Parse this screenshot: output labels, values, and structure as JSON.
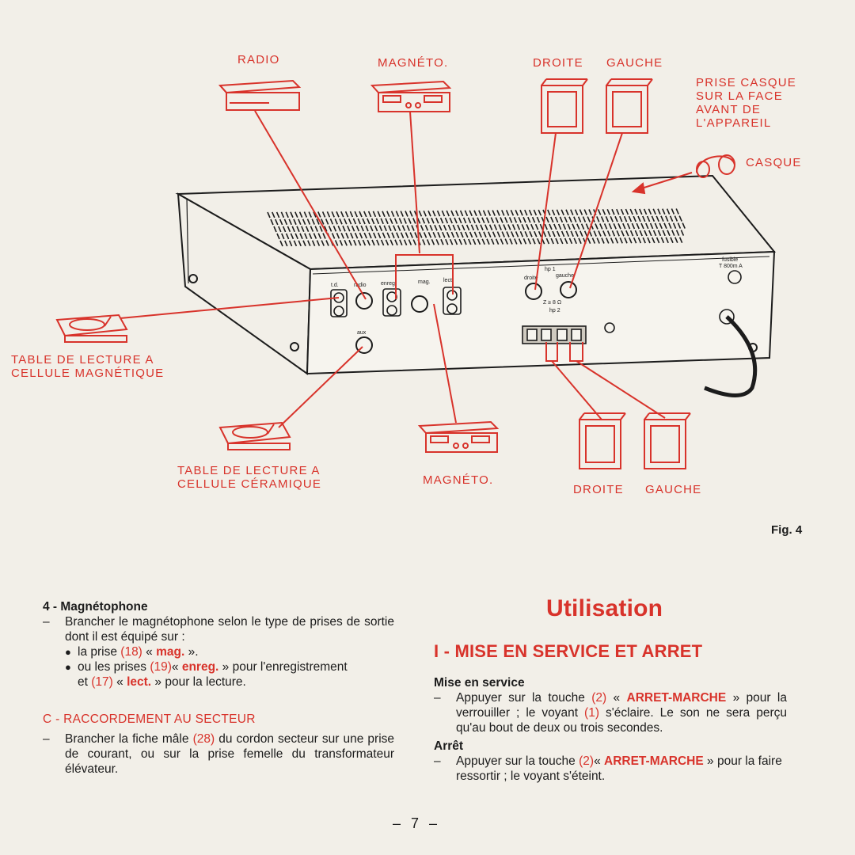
{
  "figure": {
    "labels": {
      "radio": "RADIO",
      "magneto_top": "MAGNÉTO.",
      "droite_top": "DROITE",
      "gauche_top": "GAUCHE",
      "prise_casque": [
        "PRISE CASQUE",
        "SUR LA FACE",
        "AVANT DE",
        "L'APPAREIL"
      ],
      "casque": "CASQUE",
      "table_magnetique": [
        "TABLE DE LECTURE A",
        "CELLULE MAGNÉTIQUE"
      ],
      "table_ceramique": [
        "TABLE DE LECTURE A",
        "CELLULE CÉRAMIQUE"
      ],
      "magneto_bottom": "MAGNÉTO.",
      "droite_bottom": "DROITE",
      "gauche_bottom": "GAUCHE"
    },
    "panel_labels": {
      "td": "t.d.",
      "radio": "radio",
      "enreg": "enreg.",
      "mag": "mag.",
      "lect": "lect.",
      "aux": "aux",
      "hp1": "hp 1",
      "droite": "droite",
      "gauche": "gauche",
      "impedance": "Z ≥ 8 Ω",
      "hp2": "hp 2",
      "fusible": "fusible",
      "fuse_rating": "T 800m A"
    },
    "caption": "Fig. 4"
  },
  "left_column": {
    "heading_4": "4 - Magnétophone",
    "para1_dash": "–",
    "para1_text": "Brancher le magnétophone selon le type de prises de sortie dont il est équipé sur :",
    "bullet1": {
      "pre": "la prise",
      "ref": "(18)",
      "q1": "«",
      "kw": "mag.",
      "q2": "».",
      "post": ""
    },
    "bullet2": {
      "pre": "ou les prises",
      "ref": "(19)",
      "q1": "«",
      "kw": "enreg.",
      "post": "» pour l'enregistrement"
    },
    "bullet2b": {
      "pre": "et",
      "ref": "(17)",
      "q1": "«",
      "kw": "lect.",
      "post": "» pour la lecture."
    },
    "section_c": "C - RACCORDEMENT AU SECTEUR",
    "para2_dash": "–",
    "para2_pre": "Brancher la fiche mâle",
    "para2_ref": "(28)",
    "para2_post": "du cordon secteur sur une prise de courant, ou sur la prise femelle du transformateur élévateur."
  },
  "right_column": {
    "title": "Utilisation",
    "section_1": "I - MISE EN SERVICE ET ARRET",
    "sub_mise": "Mise en service",
    "p1": {
      "dash": "–",
      "pre": "Appuyer sur la touche",
      "ref": "(2)",
      "q1": "«",
      "kw": "ARRET-MARCHE",
      "q2": "»",
      "mid": "pour la verrouiller ; le voyant",
      "ref2": "(1)",
      "post": "s'éclaire. Le son ne sera perçu qu'au bout de deux ou trois secondes."
    },
    "sub_arret": "Arrêt",
    "p2": {
      "dash": "–",
      "pre": "Appuyer sur la touche",
      "ref": "(2)",
      "q1": "«",
      "kw": "ARRET-MARCHE",
      "post": "» pour la faire ressortir ; le voyant s'éteint."
    }
  },
  "page_number": "– 7 –"
}
